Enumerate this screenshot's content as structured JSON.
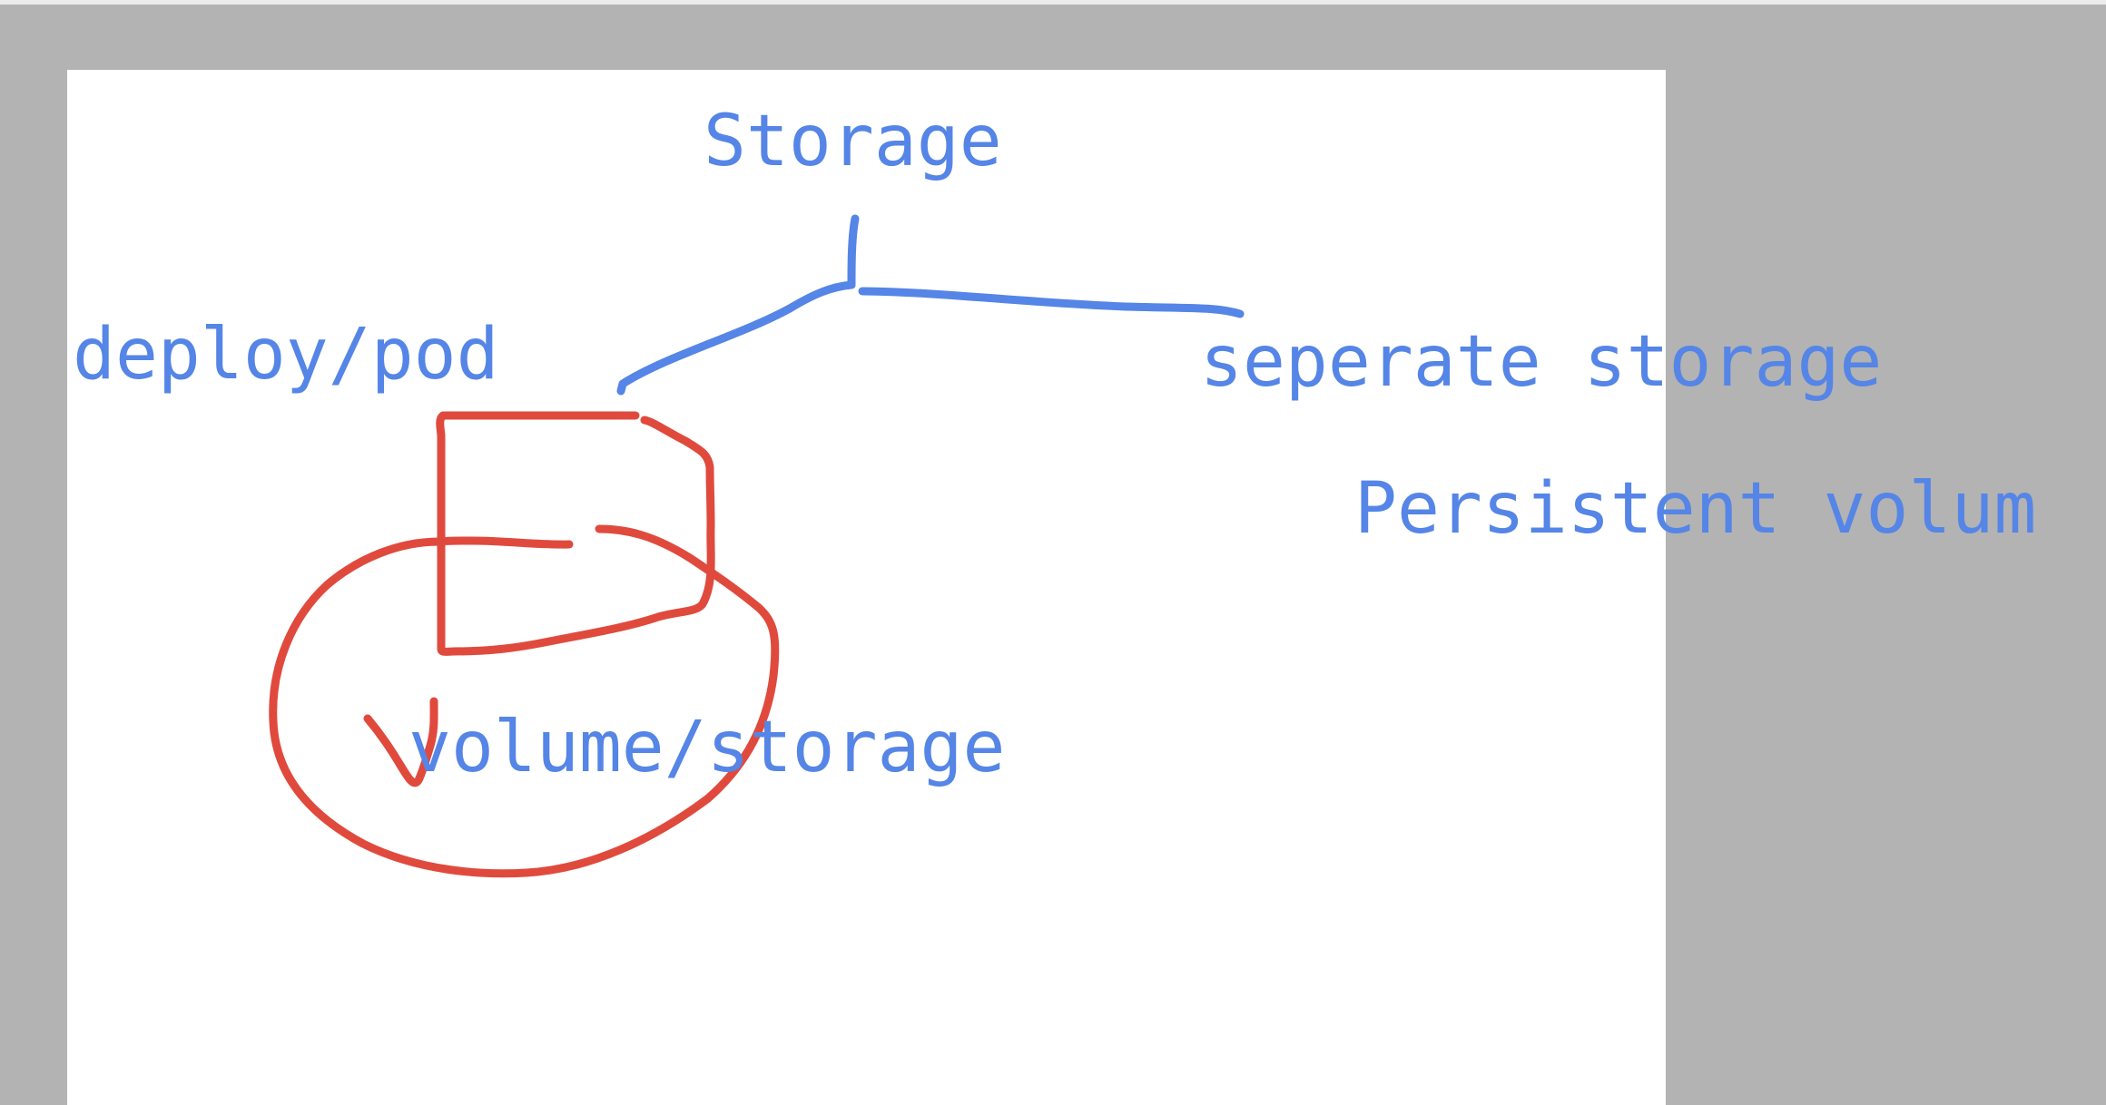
{
  "colors": {
    "background": "#b3b3b3",
    "board": "#ffffff",
    "text": "#5585e6",
    "blue_ink": "#5585e6",
    "red_ink": "#e04a3d"
  },
  "labels": {
    "storage": "Storage",
    "deploy_pod": "deploy/pod",
    "separate_storage": "seperate storage",
    "persistent_volume": "Persistent volum",
    "volume_storage": "volume/storage"
  }
}
